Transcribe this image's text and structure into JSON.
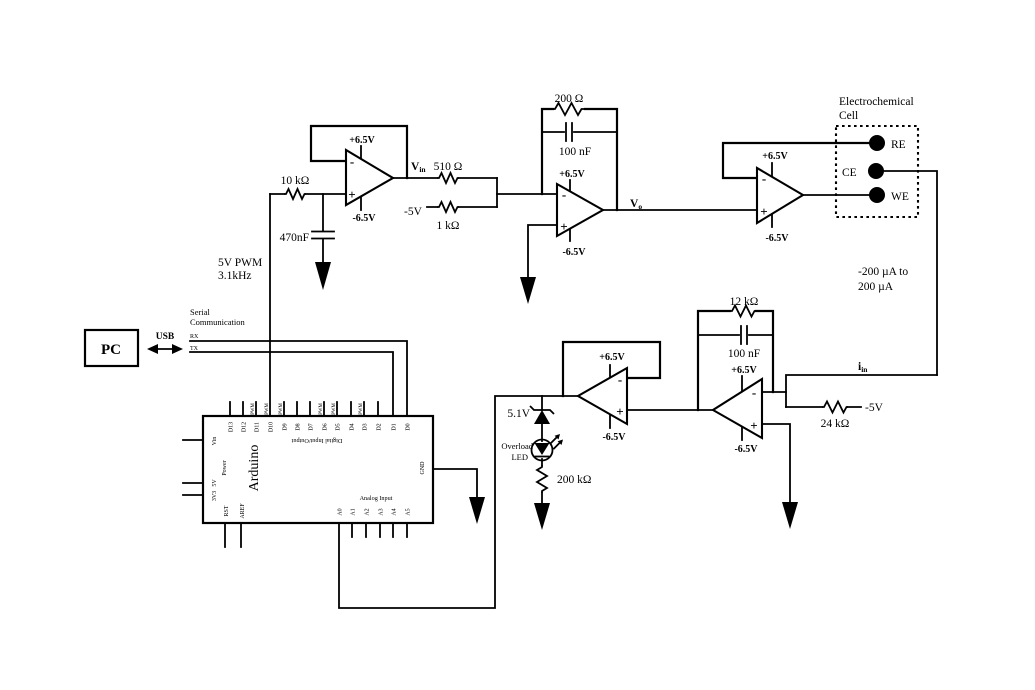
{
  "pc_block": {
    "label": "PC",
    "usb_label": "USB",
    "serial_label_line1": "Serial",
    "serial_label_line2": "Communication",
    "rx_label": "RX",
    "tx_label": "TX"
  },
  "pwm_source": {
    "line1": "5V PWM",
    "line2": "3.1kHz"
  },
  "stage1": {
    "input_resistor": "10 kΩ",
    "filter_capacitor": "470nF",
    "vplus": "+6.5V",
    "vminus": "-6.5V",
    "minus": "-",
    "plus": "+",
    "vin_symbol": "V",
    "vin_sub": "in"
  },
  "stage2": {
    "series_resistor": "510 Ω",
    "offset_supply": "-5V",
    "offset_resistor": "1 kΩ",
    "feedback_resistor": "200 Ω",
    "feedback_capacitor": "100 nF",
    "vplus": "+6.5V",
    "vminus": "-6.5V",
    "minus": "-",
    "plus": "+",
    "vo_symbol": "V",
    "vo_sub": "o"
  },
  "control_amp": {
    "vplus": "+6.5V",
    "vminus": "-6.5V",
    "minus": "-",
    "plus": "+"
  },
  "cell": {
    "title_line1": "Electrochemical",
    "title_line2": "Cell",
    "re": "RE",
    "ce": "CE",
    "we": "WE",
    "range_line1": "-200 µA to",
    "range_line2": "200 µA"
  },
  "tia": {
    "feedback_resistor": "12 kΩ",
    "feedback_capacitor": "100 nF",
    "vplus": "+6.5V",
    "vminus": "-6.5V",
    "minus": "-",
    "plus": "+",
    "iin_symbol": "i",
    "iin_sub": "in",
    "offset_supply": "-5V",
    "offset_resistor": "24 kΩ"
  },
  "overload_buffer": {
    "vplus": "+6.5V",
    "vminus": "-6.5V",
    "minus": "-",
    "plus": "+",
    "zener": "5.1V",
    "led_line1": "Overload",
    "led_line2": "LED",
    "resistor": "200 kΩ"
  },
  "arduino": {
    "title": "Arduino",
    "digital_section": "Digital Input/Output",
    "analog_section": "Analog Input",
    "power_section": "Power",
    "gnd": "GND",
    "pwm": "PWM",
    "digital_pins": [
      "D13",
      "D12",
      "D11",
      "D10",
      "D9",
      "D8",
      "D7",
      "D6",
      "D5",
      "D4",
      "D3",
      "D2",
      "D1",
      "D0"
    ],
    "left_pins": [
      "Vin",
      "5V",
      "3V3"
    ],
    "bottom_left_pins": [
      "RST",
      "AREF"
    ],
    "analog_pins": [
      "A0",
      "A1",
      "A2",
      "A3",
      "A4",
      "A5"
    ]
  },
  "colors": {
    "ink": "#000000",
    "background": "#ffffff"
  }
}
